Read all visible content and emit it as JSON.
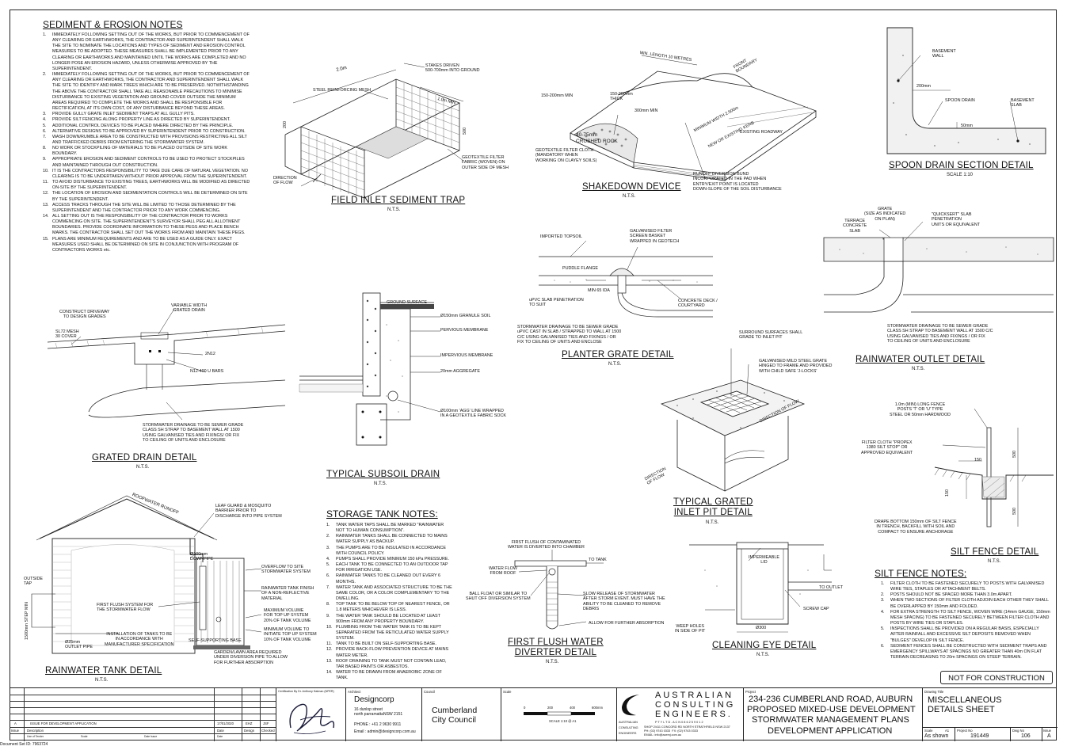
{
  "sediment_notes": {
    "title": "SEDIMENT & EROSION NOTES",
    "items": [
      {
        "n": "1.",
        "text": "IMMEDIATELY FOLLOWING SETTING OUT OF THE WORKS, BUT PRIOR TO COMMENCEMENT OF ANY CLEARING OR EARTHWORKS, THE CONTRACTOR AND SUPERINTENDENT SHALL WALK THE SITE TO NOMINATE THE LOCATIONS AND TYPES OF SEDIMENT AND EROSION CONTROL MEASURES TO BE ADOPTED. THESE MEASURES SHALL BE IMPLEMENTED PRIOR TO ANY CLEARING OR EARTHWORKS AND MAINTAINED UNTIL THE WORKS ARE COMPLETED AND NO LONGER POSE AN EROSION HAZARD, UNLESS OTHERWISE APPROVED BY THE SUPERINTENDENT."
      },
      {
        "n": "2.",
        "text": "IMMEDIATELY FOLLOWING SETTING OUT OF THE WORKS, BUT PRIOR TO COMMENCEMENT OF ANY CLEARING OR EARTHWORKS, THE CONTRACTOR AND SUPERINTENDENT SHALL WALK THE SITE TO IDENTIFY AND MARK TREES WHICH ARE TO BE PRESERVED. NOTWITHSTANDING THE ABOVE THE CONTRACTOR SHALL TAKE ALL REASONABLE PRECAUTIONS TO MINIMISE DISTURBANCE TO EXISTING VEGETATION AND GROUND COVER OUTSIDE THE MINIMUM AREAS REQUIRED TO COMPLETE THE WORKS AND SHALL BE RESPONSIBLE FOR RECTIFICATION, AT ITS OWN COST, OF ANY DISTURBANCE BEYOND THESE AREAS."
      },
      {
        "n": "3.",
        "text": "PROVIDE GULLY GRATE INLET SEDIMENT TRAPS AT ALL GULLY PITS."
      },
      {
        "n": "4.",
        "text": "PROVIDE SILT FENCING ALONG PROPERTY LINE AS DIRECTED BY SUPERINTENDENT."
      },
      {
        "n": "5.",
        "text": "ADDITIONAL CONTROL DEVICES TO BE PLACED WHERE DIRECTED BY THE PRINCIPLE."
      },
      {
        "n": "6.",
        "text": "ALTERNATIVE DESIGNS TO BE APPROVED BY SUPERINTENDENT PRIOR TO CONSTRUCTION."
      },
      {
        "n": "7.",
        "text": "WASH DOWN/RUMBLE AREA TO BE CONSTRUCTED WITH PROVISIONS RESTRICTING ALL SILT AND TRAFFICKED DEBRIS FROM ENTERING THE STORMWATER SYSTEM."
      },
      {
        "n": "8.",
        "text": "NO WORK OR STOCKPILING OF MATERIALS TO BE PLACED OUTSIDE OF SITE WORK BOUNDARY."
      },
      {
        "n": "9.",
        "text": "APPROPRIATE EROSION AND SEDIMENT CONTROLS TO BE USED TO PROTECT STOCKPILES AND MAINTAINED THROUGH OUT CONSTRUCTION."
      },
      {
        "n": "10.",
        "text": "IT IS THE CONTRACTORS RESPONSIBILITY TO TAKE DUE CARE OF NATURAL VEGETATION. NO CLEARING IS TO BE UNDERTAKEN WITHOUT PRIOR APPROVAL FROM THE SUPERINTENDENT."
      },
      {
        "n": "11.",
        "text": "TO AVOID DISTURBANCE TO EXISTING TREES, EARTHWORKS WILL BE MODIFIED AS DIRECTED ON-SITE BY THE SUPERINTENDENT."
      },
      {
        "n": "12.",
        "text": "THE LOCATION OF EROSION AND SEDIMENTATION CONTROLS WILL BE DETERMINED ON SITE BY THE SUPERINTENDENT."
      },
      {
        "n": "13.",
        "text": "ACCESS TRACKS THROUGH THE SITE WILL BE LIMITED TO THOSE DETERMINED BY THE SUPERINTENDENT AND THE CONTRACTOR PRIOR TO ANY WORK COMMENCING."
      },
      {
        "n": "14.",
        "text": "ALL SETTING OUT IS THE RESPONSIBILITY OF THE CONTRACTOR PRIOR TO WORKS COMMENCING ON SITE. THE SUPERINTENDENT'S SURVEYOR SHALL PEG ALL ALLOTMENT BOUNDARIES. PROVIDE COORDINATE INFORMATION TO THESE PEGS AND PLACE BENCH MARKS. THE CONTRACTOR SHALL SET OUT THE WORKS FROM AND MAINTAIN THESE PEGS."
      },
      {
        "n": "15.",
        "text": "PLANS ARE MINIMUM REQUIREMENTS AND ARE TO BE USED AS A GUIDE ONLY. EXACT MEASURES USED SHALL BE DETERMINED ON SITE IN CONJUNCTION WITH PROGRAM OF CONTRACTORS WORKS etc."
      }
    ]
  },
  "storage_notes": {
    "title": "STORAGE TANK NOTES:",
    "items": [
      {
        "n": "1.",
        "text": "TANK WATER TAPS SHALL BE MARKED \"RAINWATER NOT TO HUMAN CONSUMPTION\"."
      },
      {
        "n": "2.",
        "text": "RAINWATER TANKS SHALL BE CONNECTED TO MAINS WATER SUPPLY AS BACKUP."
      },
      {
        "n": "3.",
        "text": "THE PUMPS ARE TO BE INSULATED IN ACCORDANCE WITH COUNCIL POLICY."
      },
      {
        "n": "4.",
        "text": "PUMPS SHALL PROVIDE MINIMUM 150 kPa PRESSURE."
      },
      {
        "n": "5.",
        "text": "EACH TANK TO BE CONNECTED TO AN OUTDOOR TAP FOR IRRIGATION USE."
      },
      {
        "n": "6.",
        "text": "RAINWATER TANKS TO BE CLEANED OUT EVERY 6 MONTHS."
      },
      {
        "n": "7.",
        "text": "WATER TANK AND ASSOCIATED STRUCTURE TO BE THE SAME COLOR, OR A COLOR COMPLEMENTARY TO THE DWELLING."
      },
      {
        "n": "8.",
        "text": "TOP TANK TO BE BELOW TOP OF NEAREST FENCE, OR 1.8 METERS WHICHEVER IS LESS."
      },
      {
        "n": "9.",
        "text": "THE WATER TANK SHOULD BE LOCATED AT LEAST 900mm FROM ANY PROPERTY BOUNDARY."
      },
      {
        "n": "10.",
        "text": "PLUMBING FROM THE WATER TANK IS TO BE KEPT SEPARATED FROM THE RETICULATED WATER SUPPLY SYSTEM."
      },
      {
        "n": "11.",
        "text": "TANK TO BE BUILT ON SELF-SUPPORTING BASE."
      },
      {
        "n": "12.",
        "text": "PROVIDE BACK-FLOW PREVENTION DEVICE AT MAINS WATER METER."
      },
      {
        "n": "13.",
        "text": "ROOF DRAINING TO TANK MUST NOT CONTAIN LEAD, TAR BASED PAINTS OR ASBESTOS."
      },
      {
        "n": "14.",
        "text": "WATER TO BE DRAWN FROM ANAEROBIC ZONE OF TANK."
      }
    ]
  },
  "silt_notes": {
    "title": "SILT FENCE NOTES:",
    "items": [
      {
        "n": "1.",
        "text": "FILTER CLOTH TO BE FASTENED SECURELY TO POSTS WITH GALVANISED WIRE TIES, STAPLES OR ATTACHMENT BELTS."
      },
      {
        "n": "2.",
        "text": "POSTS SHOULD NOT BE SPACED MORE THAN 3.0m APART."
      },
      {
        "n": "3.",
        "text": "WHEN TWO SECTIONS OF FILTER CLOTH ADJOIN EACH OTHER THEY SHALL BE OVERLAPPED BY 150mm AND FOLDED."
      },
      {
        "n": "4.",
        "text": "FOR EXTRA STRENGTH TO SILT FENCE, WOVEN WIRE (14mm GAUGE, 150mm MESH SPACING) TO BE FASTENED SECURELY BETWEEN FILTER CLOTH AND POSTS BY WIRE TIES OR STAPLES."
      },
      {
        "n": "5.",
        "text": "INSPECTIONS SHALL BE PROVIDED ON A REGULAR BASIS, ESPECIALLY AFTER RAINFALL AND EXCESSIVE SILT DEPOSITS REMOVED WHEN \"BULGES\" DEVELOP IN SILT FENCE."
      },
      {
        "n": "6.",
        "text": "SEDIMENT FENCES SHALL BE CONSTRUCTED WITH SEDIMENT TRAPS AND EMERGENCY SPILLWAYS AT SPACINGS NO GREATER THAN 40m ON FLAT TERRAIN DECREASING TO 20m SPACINGS ON STEEP TERRAIN."
      }
    ]
  },
  "details": {
    "field_inlet": {
      "title": "FIELD INLET SEDIMENT TRAP",
      "scale": "N.T.S.",
      "labels": [
        "2.0m",
        "STAKES DRIVEN\n500-700mm INTO GROUND",
        "STEEL REINFORCING MESH",
        "1.0m MIN",
        "200",
        "500",
        "GEOTEXTILE FILTER\nFABRIC (WOVEN) ON\nOUTER SIDE OF MESH",
        "DIRECTION\nOF FLOW"
      ]
    },
    "shakedown": {
      "title": "SHAKEDOWN DEVICE",
      "scale": "N.T.S.",
      "labels": [
        "MIN. LENGTH 10 METRES",
        "FRONT\nBOUNDARY",
        "150-200mm MIN",
        "150-200mm\nTHICK",
        "300mm MIN",
        "MINIMUM WIDTH 2.500m",
        "NEW OR EXISTING KERB",
        "EXISTING ROADWAY",
        "40-75mm\nCRUSHED ROCK",
        "GEOTEXTILE FILTER CLOTH\n(MANDATORY WHEN\nWORKING ON CLAYEY SOILS)",
        "RUNOFF DIVERSION BUND\nINCORPORATED IN THE PAD WHEN\nENTRY/EXIT POINT IS LOCATED\nDOWN-SLOPE OF THE SOIL DISTURBANCE"
      ]
    },
    "spoon": {
      "title": "SPOON DRAIN SECTION DETAIL",
      "scale": "SCALE 1:10",
      "labels": [
        "BASEMENT\nWALL",
        "200mm",
        "SPOON DRAIN",
        "BASEMENT\nSLAB",
        "50mm"
      ]
    },
    "planter": {
      "title": "PLANTER GRATE DETAIL",
      "scale": "N.T.S.",
      "labels": [
        "GALVANISED FILTER\nSCREEN BASKET\nWRAPPED IN GEOTECH",
        "IMPORTED TOPSOIL",
        "PUDDLE FLANGE",
        "MIN 65 IDA",
        "uPVC SLAB PENETRATION\nTO SUIT",
        "CONCRETE DECK /\nCOURTYARD",
        "STORMWATER DRAINAGE TO BE SEWER GRADE\nuPVC CAST IN SLAB / STRAPPED TO WALL AT 1500\nC/C USING GALVANISED TIES AND FIXINGS / OR\nFIX TO CEILING OF UNITS AND ENCLOSE"
      ]
    },
    "rainwater_outlet": {
      "title": "RAINWATER OUTLET DETAIL",
      "scale": "N.T.S.",
      "labels": [
        "GRATE\n(SIZE AS INDICATED\nON PLAN)",
        "TERRACE\nCONCRETE\nSLAB",
        "\"QUICKSERT\" SLAB\nPENETRATION\nUNITS OR EQUIVALENT",
        "STORMWATER DRAINAGE TO BE SEWER GRADE\nCLASS SH STRAP TO BASEMENT WALL AT 1500 C/C\nUSING GALVANISED TIES AND FIXINGS / OR FIX\nTO CEILING OF UNITS AND ENCLOSURE"
      ]
    },
    "grated_drain": {
      "title": "GRATED DRAIN DETAIL",
      "scale": "N.T.S.",
      "labels": [
        "CONSTRUCT DRIVEWAY\nTO DESIGN GRADES",
        "VARIABLE WIDTH\nGRATED DRAIN",
        "SL72 MESH\n30 COVER",
        "2N12",
        "N12-400 U BARS",
        "STORMWATER DRAINAGE TO BE SEWER GRADE\nCLASS SH STRAP TO BASEMENT WALL AT 1500\nUSING GALVANISED TIES AND FIXINGS/ OR FIX\nTO CEILING OF UNITS AND ENCLOSURE"
      ]
    },
    "subsoil": {
      "title": "TYPICAL SUBSOIL DRAIN",
      "scale": "N.T.S.",
      "labels": [
        "GROUND SURFACE",
        "Ø150mm GRANULE SOIL",
        "PERVIOUS MEMBRANE",
        "IMPERVIOUS MEMBRANE",
        "20mm AGGREGATE",
        "Ø100mm 'AGG' LINE WRAPPED\nIN A GEOTEXTILE FABRIC SOCK"
      ]
    },
    "grated_inlet": {
      "title": "TYPICAL GRATED\nINLET PIT DETAIL",
      "scale": "N.T.S.",
      "labels": [
        "SURROUND SURFACES SHALL\nGRADE TO INLET PIT",
        "GALVANISED MILD STEEL GRATE\nHINGED TO FRAME AND PROVIDED\nWITH CHILD SAFE 'J-LOCKS'",
        "DIRECTION OF FLOW",
        "DIRECTION\nOF FLOW"
      ]
    },
    "silt_fence": {
      "title": "SILT FENCE DETAIL",
      "scale": "N.T.S.",
      "labels": [
        "1.0m (MIN) LONG FENCE\nPOSTS 'T' OR 'U' TYPE\nSTEEL OR 50mm HARDWOOD",
        "FILTER CLOTH \"PROPEX\n1380 SILT STOP\" OR\nAPPROVED EQUIVALENT",
        "150",
        "500",
        "150",
        "500",
        "DRAPE BOTTOM 150mm OF SILT FENCE\nIN TRENCH, BACKFILL WITH SOIL AND\nCOMPACT TO ENSURE ANCHORAGE"
      ]
    },
    "rainwater_tank": {
      "title": "RAINWATER TANK DETAIL",
      "scale": "N.T.S.",
      "labels": [
        "ROOFWATER RUNOFF",
        "LEAF GUARD & MOSQUITO\nBARRIER PRIOR TO\nDISCHARGE INTO PIPE SYSTEM",
        "Ø100mm\nDOWNPIPE",
        "OVERFLOW TO SITE\nSTORMWATER SYSTEM",
        "OUTSIDE\nTAP",
        "RAINWATER TANK FINISH\nOF A NON-REFLECTIVE\nMATERIAL",
        "FIRST FLUSH SYSTEM FOR\nTHE STORMWATER FLOW",
        "MAXIMUM VOLUME\nFOR TOP UP SYSTEM\n20% OF TANK VOLUME",
        "MINIMUM VOLUME TO\nINITIATE TOP UP SYSTEM\n10% OF TANK VOLUME",
        "1500mm STEP MIN",
        "INSTALLATION OF TANKS TO BE\nIN ACCORDANCE WITH\nMANUFACTURER SPECIFICATION",
        "Ø25mm\nOUTLET PIPE",
        "SELF-SUPPORTING BASE",
        "GARDEN/LAWN AREA REQUIRED\nUNDER DIVERSION PIPE TO ALLOW\nFOR FURTHER ABSORPTION"
      ]
    },
    "first_flush": {
      "title": "FIRST FLUSH WATER\nDIVERTER DETAIL",
      "scale": "N.T.S.",
      "labels": [
        "FIRST FLUSH OF CONTAMINATED\nWATER IS DIVERTED INTO CHAMBER",
        "TO TANK",
        "WATER FLOW\nFROM ROOF",
        "BALL FLOAT OR SIMILAR TO\nSHUT OFF DIVERSION SYSTEM",
        "SLOW RELEASE OF STORMWATER\nAFTER STORM EVENT. MUST HAVE THE\nABILITY TO BE CLEANED TO REMOVE\nDEBRIS",
        "ALLOW FOR FURTHER ABSORPTION"
      ]
    },
    "cleaning_eye": {
      "title": "CLEANING EYE DETAIL",
      "scale": "N.T.S.",
      "labels": [
        "IMPERMEABLE\nLID",
        "TO OUTLET",
        "SCREW CAP",
        "WEEP HOLES\nIN SIDE OF PIT",
        "Ø300"
      ]
    }
  },
  "not_for_construction": "NOT FOR CONSTRUCTION",
  "title_block": {
    "rev_row": {
      "rev": "A",
      "desc": "ISSUE FOR DEVELOPMENT APPLICATION",
      "date": "17/01/2020",
      "design": "EHZ",
      "checked": "JSF"
    },
    "rev_headers": [
      "Issue",
      "Description",
      "Date",
      "Design",
      "Checked"
    ],
    "rev_subheaders": [
      "Use of Tender",
      "Scale",
      "Date Issue",
      "Date"
    ],
    "certification_label": "Certification By Dr. Anthony Hatman (NPER)",
    "architect_label": "Architect",
    "architect_name": "Designcorp",
    "architect_addr1": "16 dunlop street",
    "architect_addr2": "north parramattaNSW 2151",
    "architect_phone": "PHONE : +61 2 9630 9911",
    "architect_email": "Email : admin@designcorp.com.au",
    "council_label": "Council",
    "council_name1": "Cumberland",
    "council_name2": "City Council",
    "scale_label": "Scale",
    "scale_ticks": [
      "0",
      "200",
      "400",
      "600mm"
    ],
    "scale_text": "SCALE 1:10 @ A1",
    "company1": "AUSTRALIAN",
    "company2": "CONSULTING",
    "company3": "ENGINEERS.",
    "company_sub": "P T Y   L T D  .  A C N   0 8 6   2 5 9   0 1 2",
    "company_side": "AUSTRALIAN\nCONSULTING\nENGINEERS",
    "company_addr": "SHOP 2/411 CONCORD RD NORTH STRATHFIELD NSW 2137\nPH: (02) 9743 0333  FX: (02) 9743 0333\nEMAIL: info@acemj.com.au",
    "project_label": "Project",
    "project_line1": "234-236 CUMBERLAND ROAD, AUBURN",
    "project_line2": "PROPOSED MIXED-USE DEVELOPMENT",
    "project_line3": "STORMWATER MANAGEMENT PLANS",
    "project_line4": "DEVELOPMENT APPLICATION",
    "drawing_title_label": "Drawing Title",
    "drawing_title1": "MISCELLANEOUS",
    "drawing_title2": "DETAILS SHEET",
    "scale_field_label": "Scale",
    "scale_field_size": "A1",
    "scale_value": "As shown",
    "project_no_label": "Project No",
    "project_no": "191449",
    "dwg_no_label": "Dwg No",
    "dwg_no": "106",
    "issue_label": "Issue",
    "issue_value": "A"
  },
  "doc_id": "Document Set ID: 7963724"
}
